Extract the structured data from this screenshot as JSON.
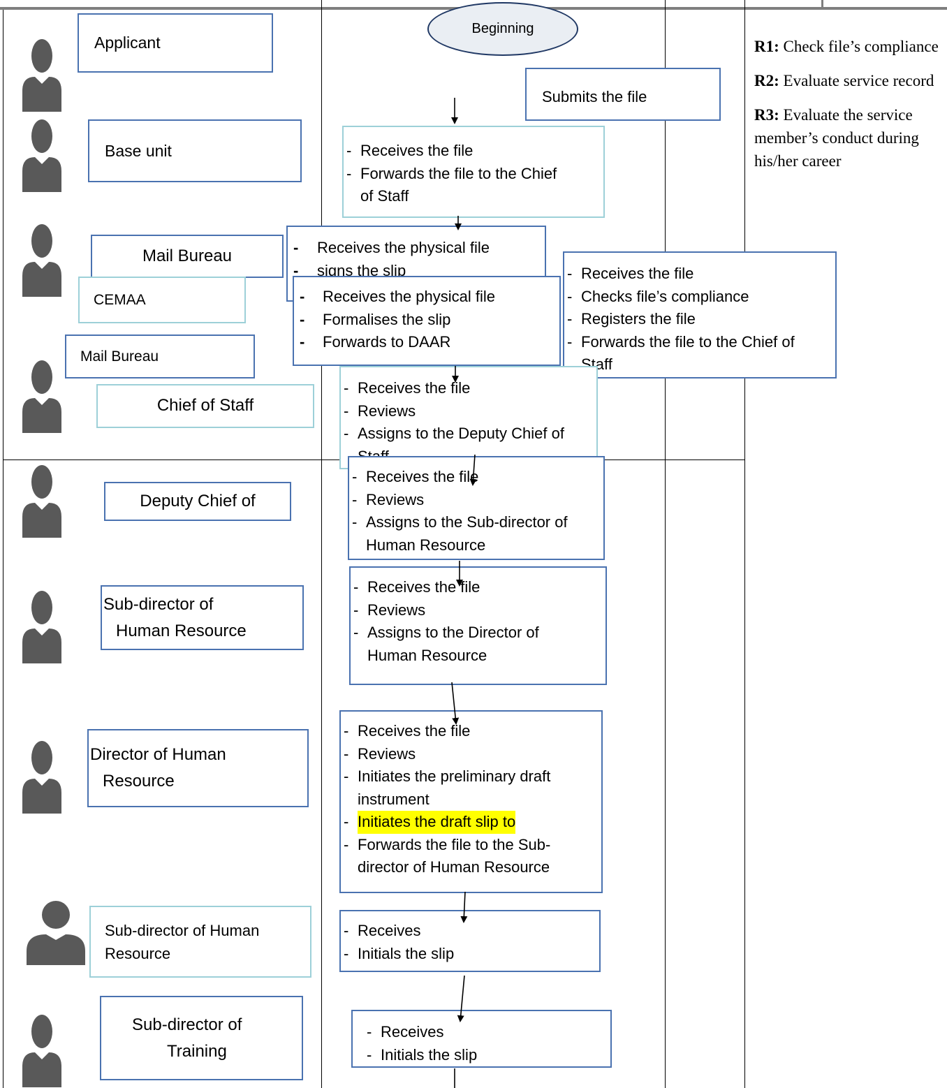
{
  "start_node": {
    "label": "Beginning"
  },
  "roles": [
    {
      "id": "applicant",
      "lines": [
        "Applicant"
      ]
    },
    {
      "id": "base-unit",
      "lines": [
        "Base unit"
      ]
    },
    {
      "id": "mail-bureau-1",
      "lines": [
        "Mail Bureau"
      ]
    },
    {
      "id": "cemaa",
      "lines": [
        "CEMAA"
      ]
    },
    {
      "id": "mail-bureau-2",
      "lines": [
        "Mail Bureau"
      ]
    },
    {
      "id": "chief-of-staff",
      "lines": [
        "Chief of Staff"
      ]
    },
    {
      "id": "deputy-chief",
      "lines": [
        "Deputy Chief of"
      ]
    },
    {
      "id": "subdirector-hr-1",
      "lines": [
        "Sub-director of",
        "Human Resource"
      ]
    },
    {
      "id": "director-hr",
      "lines": [
        "Director of Human",
        "Resource"
      ]
    },
    {
      "id": "subdirector-hr-2",
      "lines": [
        "Sub-director of Human",
        "Resource"
      ]
    },
    {
      "id": "subdirector-training",
      "lines": [
        "Sub-director of",
        "Training"
      ]
    }
  ],
  "activities": [
    {
      "id": "submits",
      "lines": [
        "Submits the file"
      ]
    },
    {
      "id": "base-unit-act",
      "lines": [
        "Receives the file",
        "Forwards the file to the Chief",
        "of Staff"
      ]
    },
    {
      "id": "mail-bureau-act",
      "lines": [
        "Receives the physical file",
        "signs the slip"
      ]
    },
    {
      "id": "cemaa-act",
      "lines": [
        "Receives the physical file",
        "Formalises the slip",
        "Forwards to DAAR"
      ]
    },
    {
      "id": "registry-act",
      "lines": [
        "Receives the file",
        "Checks file’s compliance",
        "Registers the file",
        "Forwards the file to the Chief of",
        "Staff"
      ]
    },
    {
      "id": "chief-act",
      "lines": [
        "Receives the file",
        "Reviews",
        "Assigns to the Deputy Chief of",
        "Staff"
      ]
    },
    {
      "id": "deputy-act",
      "lines": [
        "Receives the file",
        "Reviews",
        "Assigns to the Sub-director of",
        "Human Resource"
      ]
    },
    {
      "id": "subdir-hr-act",
      "lines": [
        "Receives the file",
        "Reviews",
        "Assigns to the Director of",
        "Human Resource"
      ]
    },
    {
      "id": "director-act",
      "lines": [
        "Receives the file",
        "Reviews",
        "Initiates the preliminary draft",
        "instrument",
        "Initiates the draft slip to",
        "Forwards the file to the Sub-",
        "director of Human Resource"
      ]
    },
    {
      "id": "subdir-hr-2-act",
      "lines": [
        "Receives",
        "Initials the slip"
      ]
    },
    {
      "id": "training-act",
      "lines": [
        "Receives",
        "Initials the slip"
      ]
    }
  ],
  "notes": [
    {
      "key": "R1:",
      "text": "Check file’s compliance"
    },
    {
      "key": "R2:",
      "text": "Evaluate service record"
    },
    {
      "key": "R3:",
      "text": "Evaluate the service member’s conduct during his/her career"
    }
  ],
  "colors": {
    "box_border": "#4a72b0",
    "box_border_light": "#9dd0d8",
    "avatar": "#595959",
    "highlight": "#ffff00",
    "ellipse_fill": "#eaeef3",
    "ellipse_border": "#203864"
  }
}
